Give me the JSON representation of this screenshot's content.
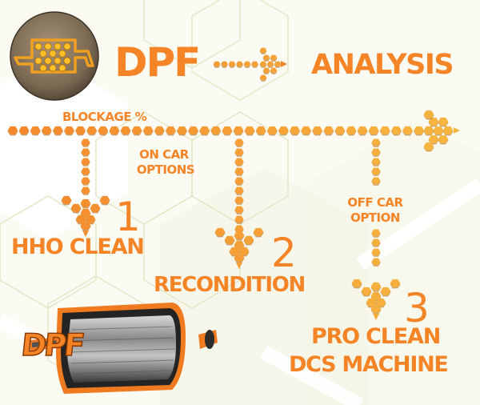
{
  "header": {
    "title_left": "DPF",
    "title_right": "ANALYSIS",
    "arrow": "hexagon-arrow-right"
  },
  "axis": {
    "label": "BLOCKAGE %",
    "direction": "increasing-right"
  },
  "groups": {
    "on_car": "ON CAR\nOPTIONS",
    "on_car_line1": "ON CAR",
    "on_car_line2": "OPTIONS",
    "off_car_line1": "OFF CAR",
    "off_car_line2": "OPTION"
  },
  "steps": [
    {
      "number": "1",
      "label": "HHO CLEAN",
      "label_line2": ""
    },
    {
      "number": "2",
      "label": "RECONDITION",
      "label_line2": ""
    },
    {
      "number": "3",
      "label": "PRO CLEAN",
      "label_line2": "DCS MACHINE"
    }
  ],
  "icons": {
    "top_logo": "dpf-filter-badge-icon",
    "bottom_logo": "dpf-canister-icon"
  },
  "colors": {
    "primary_orange": "#f58426",
    "light_orange": "#f7b640",
    "background": "#fbfbf3",
    "grid_line": "#e6e8c8"
  }
}
